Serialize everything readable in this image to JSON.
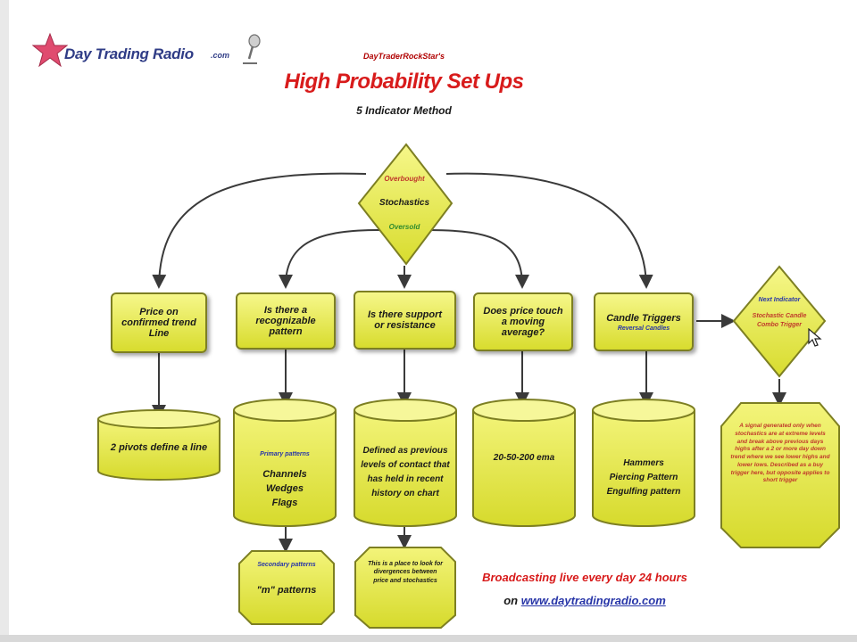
{
  "logo": {
    "name": "Day Trading Radio",
    "suffix": ".com"
  },
  "header": {
    "subtitle_top": "DayTraderRockStar's",
    "title": "High Probability Set Ups",
    "subtitle_method": "5 Indicator Method"
  },
  "top_decision": {
    "line1": "Overbought",
    "line2": "Stochastics",
    "line3": "Oversold"
  },
  "questions": [
    {
      "label": "Price on confirmed trend Line"
    },
    {
      "label": "Is there a recognizable pattern"
    },
    {
      "label": "Is there support or resistance"
    },
    {
      "label": "Does price touch a moving average?"
    },
    {
      "label": "Candle Triggers",
      "sublabel": "Reversal Candles"
    }
  ],
  "results": [
    {
      "lines": [
        "2 pivots define a line"
      ]
    },
    {
      "heading": "Primary patterns",
      "lines": [
        "Channels",
        "Wedges",
        "Flags"
      ]
    },
    {
      "lines": [
        "Defined as previous",
        "levels of contact that",
        "has held in recent",
        "history on chart"
      ]
    },
    {
      "lines": [
        "20-50-200 ema"
      ]
    },
    {
      "lines": [
        "Hammers",
        "Piercing Pattern",
        "Engulfing pattern"
      ]
    }
  ],
  "secondary": {
    "pattern": {
      "heading": "Secondary patterns",
      "label": "\"m\" patterns"
    },
    "note": "This is a place to look for divergences between price and stochastics"
  },
  "next_indicator": {
    "title": "Next Indicator",
    "line1": "Stochastic Candle",
    "line2": "Combo Trigger"
  },
  "signal_note": "A signal generated only when stochastics are at extreme levels and break above previous days highs after a 2 or more day down trend where we see lower highs and lower lows. Described as a buy trigger here, but opposite applies to short trigger",
  "broadcast": {
    "text": "Broadcasting live every day 24 hours",
    "prefix": "on",
    "url": "www.daytradingradio.com"
  },
  "colors": {
    "box_fill": "#e9ed4a",
    "box_border": "#7d7f22",
    "title_red": "#d81b1b",
    "link_blue": "#2836a8",
    "logo_blue": "#2f3c86"
  }
}
